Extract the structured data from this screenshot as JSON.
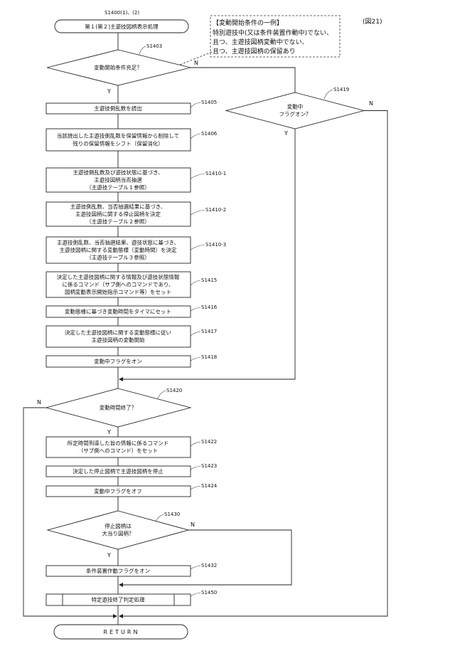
{
  "figure": {
    "number": "(図21)"
  },
  "start": {
    "step_id": "S1400(1)、(2)",
    "label": "第１(第２)主遊技図柄表示処理"
  },
  "note": {
    "lines": [
      "【変動開始条件の一例】",
      "特別遊技中(又は条件装置作動中)でない、",
      "且つ、主遊技図柄変動中でない、",
      "且つ、主遊技図柄の保留あり"
    ]
  },
  "branch_labels": {
    "yes": "Y",
    "no": "N"
  },
  "steps": {
    "s1403": {
      "id": "S1403",
      "lines": [
        "変動開始条件充足？"
      ]
    },
    "s1419": {
      "id": "S1419",
      "lines": [
        "変動中",
        "フラグオン？"
      ]
    },
    "s1405": {
      "id": "S1405",
      "lines": [
        "主遊技側乱数を読出"
      ]
    },
    "s1406": {
      "id": "S1406",
      "lines": [
        "当該読出した主遊技側乱数を保留情報から削除して",
        "残りの保留情報をシフト（保留消化）"
      ]
    },
    "s1410_1": {
      "id": "S1410-1",
      "lines": [
        "主遊技側乱数及び遊技状態に基づき、",
        "主遊技図柄当否抽選",
        "（主遊技テーブル１参照）"
      ]
    },
    "s1410_2": {
      "id": "S1410-2",
      "lines": [
        "主遊技側乱数、当否抽選結果に基づき、",
        "主遊技図柄に関する停止図柄を決定",
        "（主遊技テーブル２参照）"
      ]
    },
    "s1410_3": {
      "id": "S1410-3",
      "lines": [
        "主遊技側乱数、当否抽選結果、遊技状態に基づき、",
        "主遊技図柄に関する変動態様（変動時間）を決定",
        "（主遊技テーブル３参照）"
      ]
    },
    "s1415": {
      "id": "S1415",
      "lines": [
        "決定した主遊技図柄に関する情報及び遊技状態情報",
        "に係るコマンド（サブ側へのコマンドであり、",
        "図柄変動表示開始指示コマンド等）をセット"
      ]
    },
    "s1416": {
      "id": "S1416",
      "lines": [
        "変動態様に基づき変動時間をタイマにセット"
      ]
    },
    "s1417": {
      "id": "S1417",
      "lines": [
        "決定した主遊技図柄に関する変動態様に従い",
        "主遊技図柄の変動開始"
      ]
    },
    "s1418": {
      "id": "S1418",
      "lines": [
        "変動中フラグをオン"
      ]
    },
    "s1420": {
      "id": "S1420",
      "lines": [
        "変動時間終了？"
      ]
    },
    "s1422": {
      "id": "S1422",
      "lines": [
        "所定時間到達した旨の情報に係るコマンド",
        "（サブ側へのコマンド）をセット"
      ]
    },
    "s1423": {
      "id": "S1423",
      "lines": [
        "決定した停止図柄で主遊技図柄を停止"
      ]
    },
    "s1424": {
      "id": "S1424",
      "lines": [
        "変動中フラグをオフ"
      ]
    },
    "s1430": {
      "id": "S1430",
      "lines": [
        "停止図柄は",
        "大当り図柄？"
      ]
    },
    "s1432": {
      "id": "S1432",
      "lines": [
        "条件装置作動フラグをオン"
      ]
    },
    "s1450": {
      "id": "S1450",
      "lines": [
        "特定遊技終了判定処理"
      ]
    }
  },
  "end": {
    "label": "RETURN"
  }
}
